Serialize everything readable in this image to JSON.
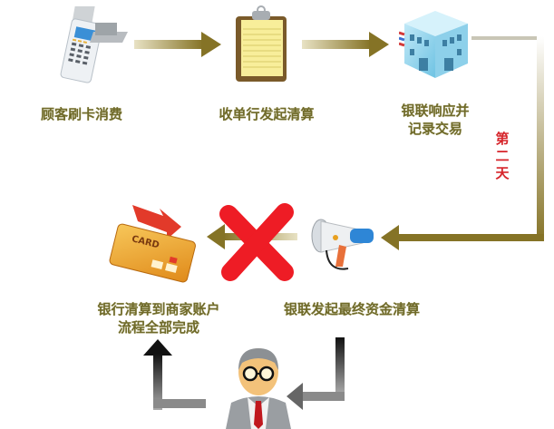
{
  "steps": [
    {
      "id": "customer-swipe",
      "label": "顾客刷卡消费"
    },
    {
      "id": "acquirer-clearing",
      "label": "收单行发起清算"
    },
    {
      "id": "unionpay-record",
      "label_line1": "银联响应并",
      "label_line2": "记录交易"
    },
    {
      "id": "unionpay-final",
      "label": "银联发起最终资金清算"
    },
    {
      "id": "bank-to-merchant",
      "label_line1": "银行清算到商家账户",
      "label_line2": "流程全部完成"
    }
  ],
  "day_label": {
    "chars": [
      "第",
      "二",
      "天"
    ]
  },
  "card_text": "CARD",
  "colors": {
    "label": "#6f6a2a",
    "arrow_gold": "#8a7a2a",
    "arrow_dark": "#2a2a2a",
    "cross": "#ee1c25",
    "day_label": "#d6242a"
  },
  "icons": [
    "pos-terminal-icon",
    "clipboard-icon",
    "bank-building-icon",
    "megaphone-icon",
    "credit-card-icon",
    "businessman-icon",
    "red-cross-icon"
  ]
}
